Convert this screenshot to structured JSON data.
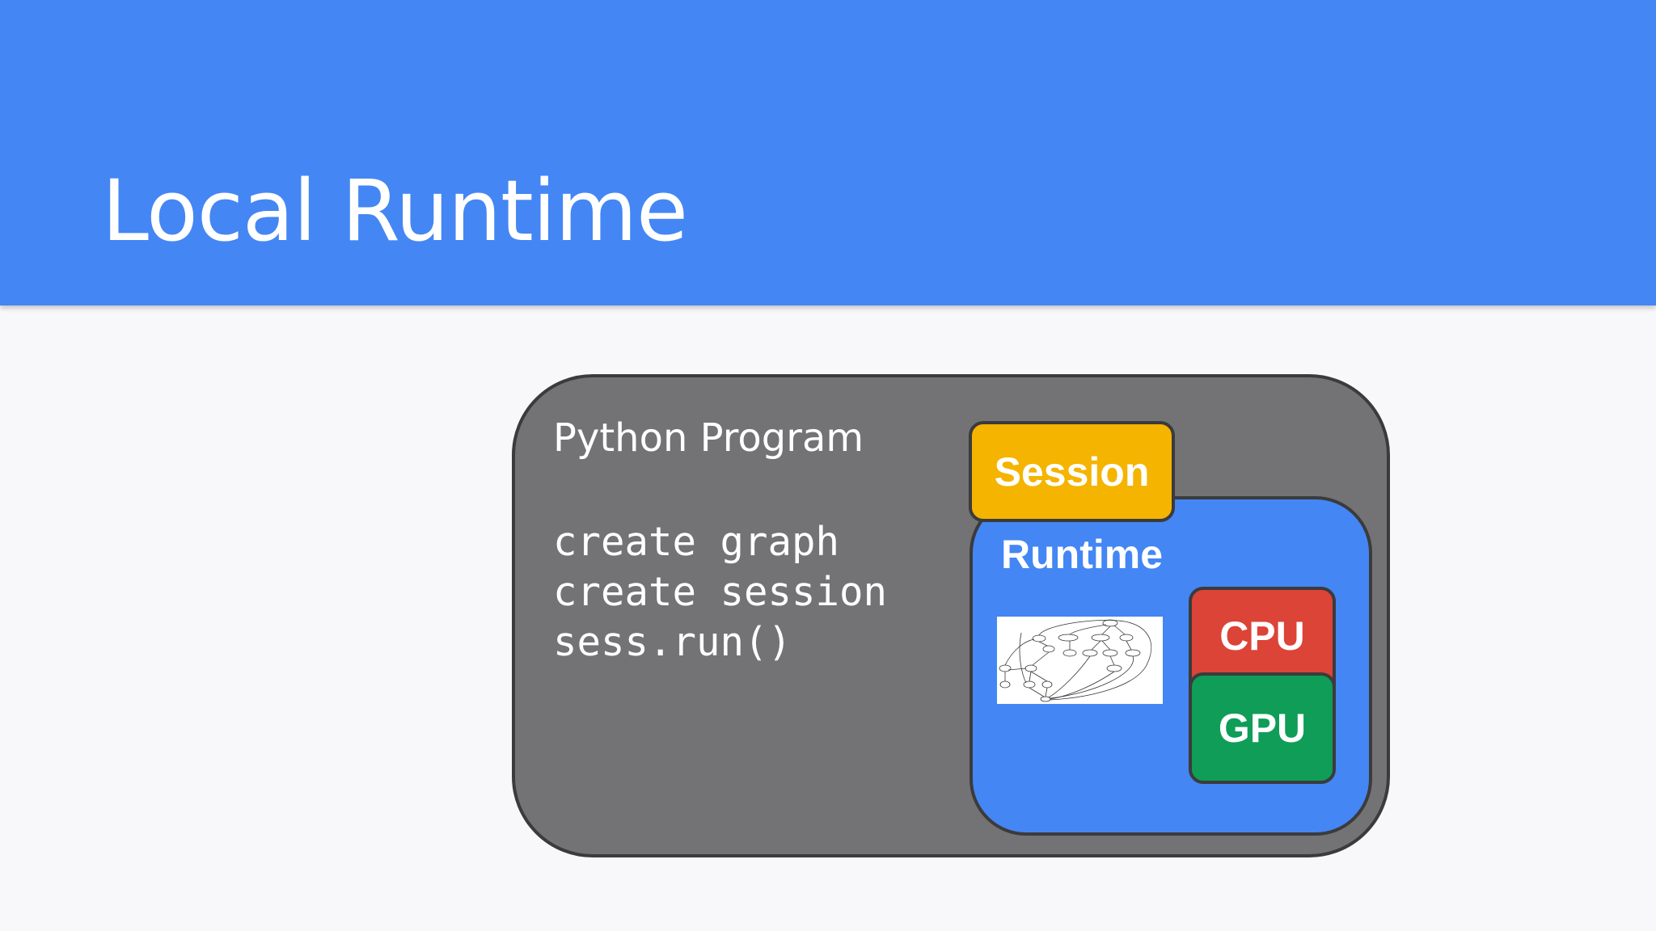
{
  "slide": {
    "title": "Local Runtime"
  },
  "diagram": {
    "program_label": "Python Program",
    "code_lines": [
      "create graph",
      "create session",
      "sess.run()"
    ],
    "session_label": "Session",
    "runtime_label": "Runtime",
    "devices": {
      "cpu_label": "CPU",
      "gpu_label": "GPU"
    }
  },
  "colors": {
    "header_blue": "#4486f4",
    "program_gray": "#737274",
    "session_yellow": "#f4b400",
    "cpu_red": "#db4437",
    "gpu_green": "#0f9d58",
    "background": "#f8f8fa"
  },
  "icons": {
    "graph_thumbnail": "computation-graph-icon"
  }
}
